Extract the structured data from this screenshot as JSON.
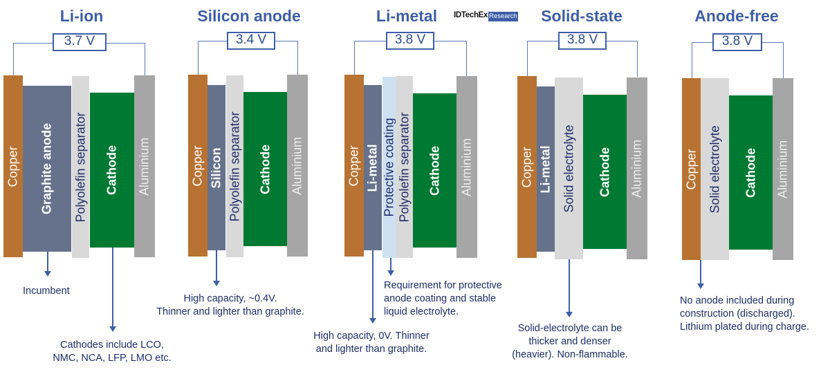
{
  "logo": {
    "brand": "IDTechEx",
    "badge": "Research"
  },
  "colors": {
    "title": "#3e5ea8",
    "copper": "#b87333",
    "anode": "#66728c",
    "separator": "#d9d9d9",
    "coating": "#cde1f3",
    "cathode": "#007a33",
    "aluminium": "#a6a6a6",
    "note_text": "#1f2d6b"
  },
  "cells": [
    {
      "title": "Li-ion",
      "voltage": "3.7 V",
      "layers": [
        "Copper",
        "Graphite anode",
        "Polyolefin separator",
        "Cathode",
        "Aluminium"
      ],
      "notes": [
        "Incumbent",
        "Cathodes include LCO,\nNMC, NCA, LFP, LMO etc."
      ]
    },
    {
      "title": "Silicon anode",
      "voltage": "3.4 V",
      "layers": [
        "Copper",
        "Silicon",
        "Polyolefin separator",
        "Cathode",
        "Aluminium"
      ],
      "notes": [
        "High capacity, ~0.4V.\nThinner and lighter than graphite."
      ]
    },
    {
      "title": "Li-metal",
      "voltage": "3.8 V",
      "layers": [
        "Copper",
        "Li-metal",
        "Protective coating",
        "Polyolefin separator",
        "Cathode",
        "Aluminium"
      ],
      "notes": [
        "Requirement for protective\nanode coating and stable\nliquid electrolyte.",
        "High capacity, 0V. Thinner\nand lighter than graphite."
      ]
    },
    {
      "title": "Solid-state",
      "voltage": "3.8 V",
      "layers": [
        "Copper",
        "Li-metal",
        "Solid electrolyte",
        "Cathode",
        "Aluminium"
      ],
      "notes": [
        "Solid-electrolyte can be\nthicker and denser\n(heavier). Non-flammable."
      ]
    },
    {
      "title": "Anode-free",
      "voltage": "3.8 V",
      "layers": [
        "Copper",
        "Solid electrolyte",
        "Cathode",
        "Aluminium"
      ],
      "notes": [
        "No anode included during\nconstruction (discharged).\nLithium plated during charge."
      ]
    }
  ]
}
